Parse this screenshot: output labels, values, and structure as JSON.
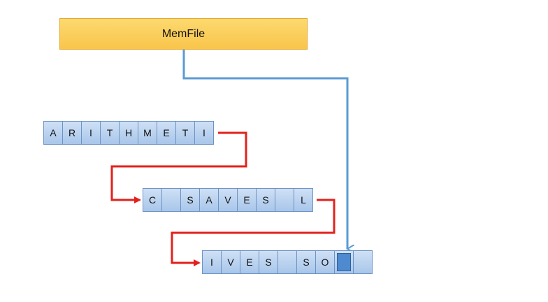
{
  "memfile": {
    "label": "MemFile"
  },
  "buffers": [
    {
      "cells": [
        "A",
        "R",
        "I",
        "T",
        "H",
        "M",
        "E",
        "T",
        "I"
      ]
    },
    {
      "cells": [
        "C",
        "",
        "S",
        "A",
        "V",
        "E",
        "S",
        "",
        "L"
      ]
    },
    {
      "cells": [
        "I",
        "V",
        "E",
        "S",
        "",
        "S",
        "O",
        "",
        ""
      ],
      "current_index": 7
    }
  ],
  "colors": {
    "chain_arrow": "#e3211c",
    "pointer_arrow": "#5b9bd5",
    "memfile_fill": "#fbd065",
    "cell_fill": "#b9d1ee"
  }
}
